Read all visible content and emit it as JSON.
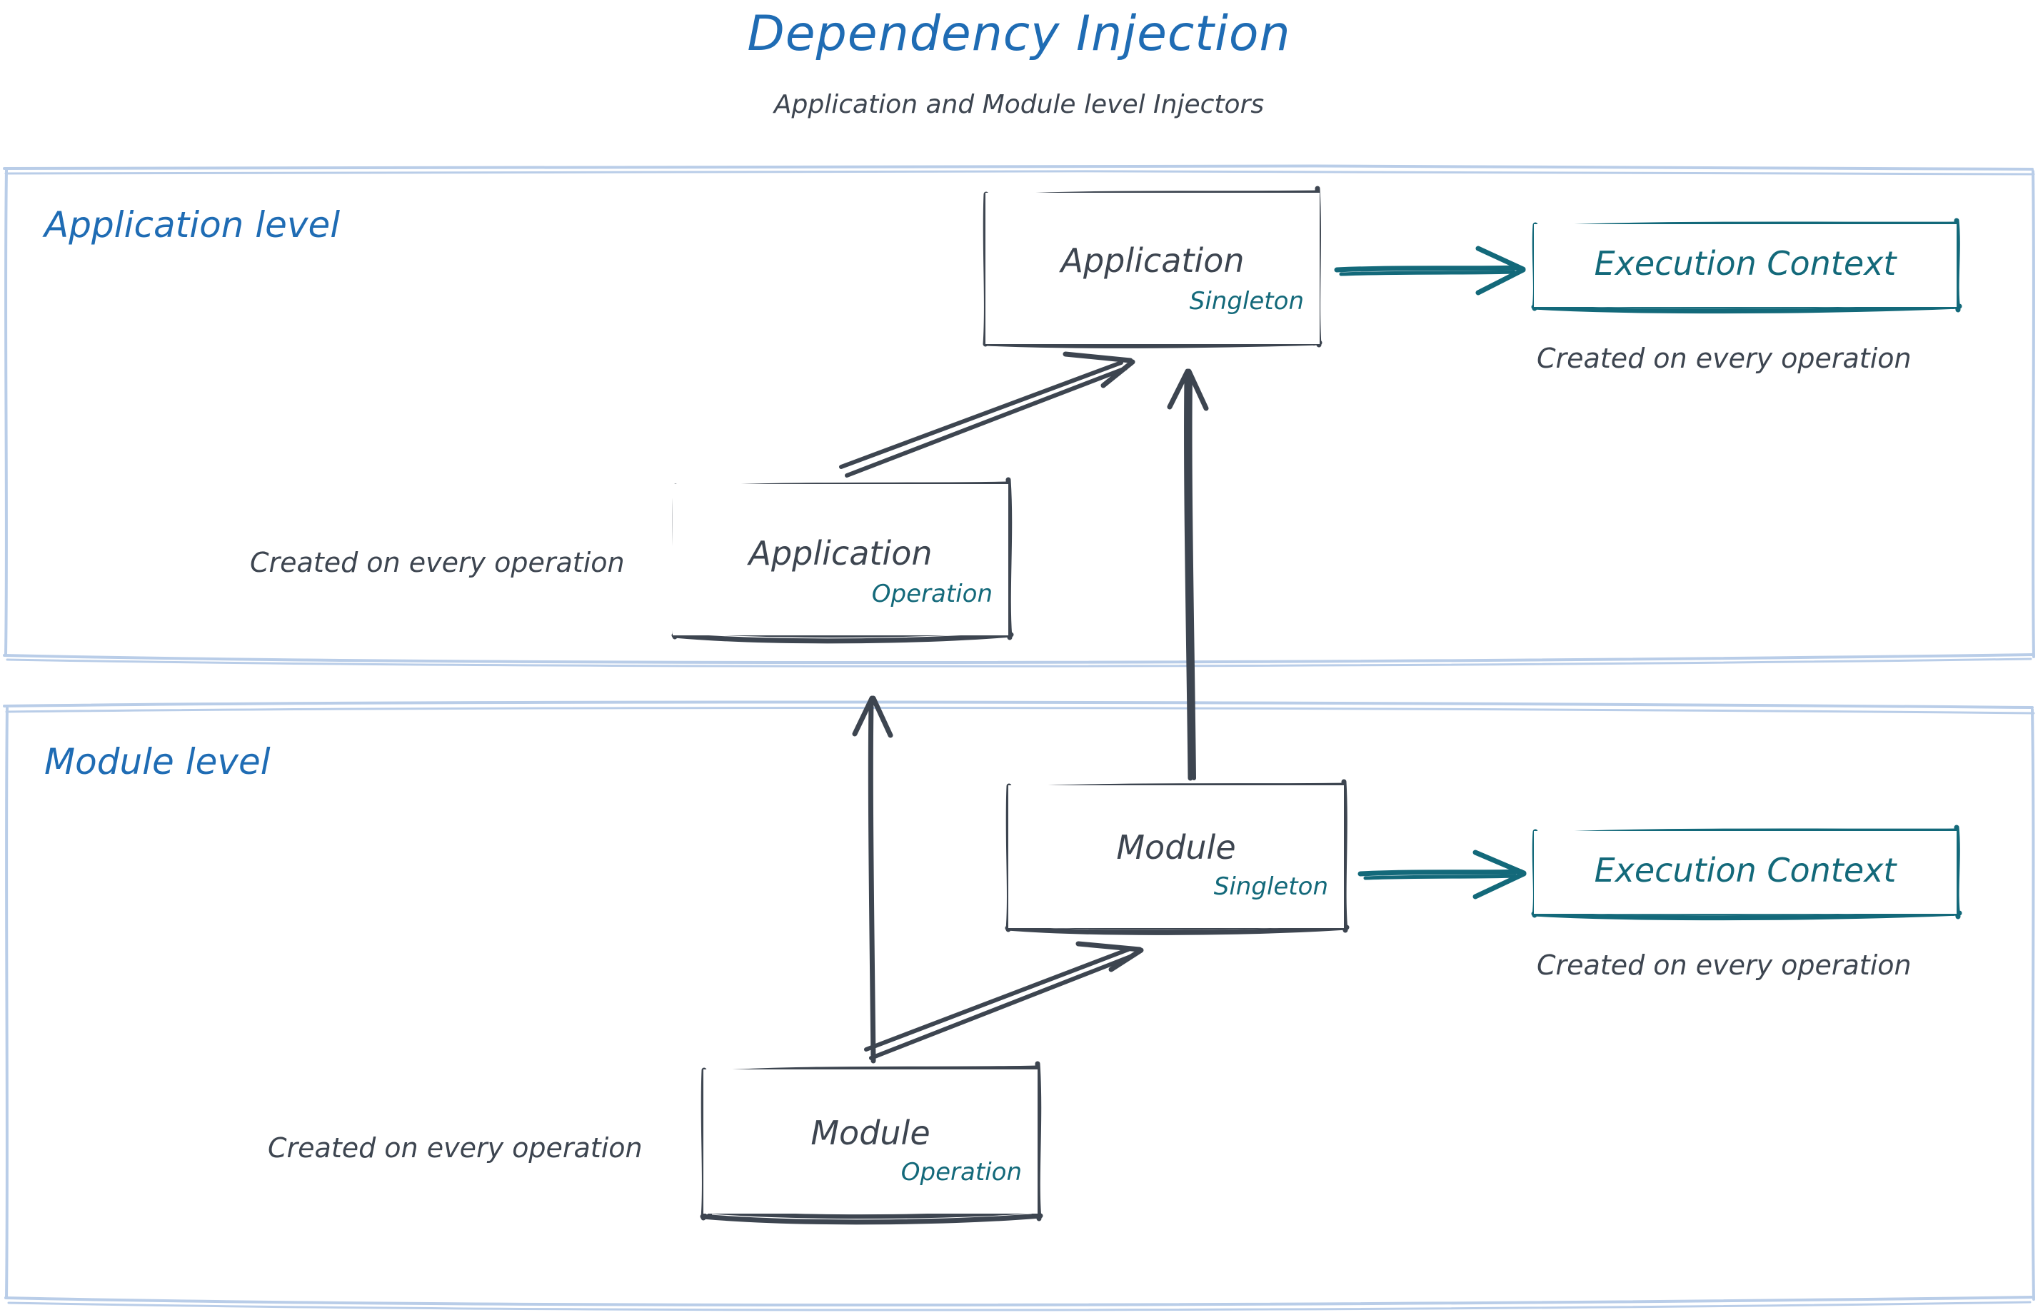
{
  "header": {
    "title": "Dependency Injection",
    "subtitle": "Application and Module level Injectors"
  },
  "colors": {
    "title_blue": "#1f6cb4",
    "panel_border": "#b9cde8",
    "ink": "#3d4550",
    "teal": "#13697a"
  },
  "panels": [
    {
      "id": "application-level",
      "label": "Application level"
    },
    {
      "id": "module-level",
      "label": "Module level"
    }
  ],
  "nodes": {
    "app_singleton": {
      "title": "Application",
      "scope": "Singleton"
    },
    "app_operation": {
      "title": "Application",
      "scope": "Operation"
    },
    "mod_singleton": {
      "title": "Module",
      "scope": "Singleton"
    },
    "mod_operation": {
      "title": "Module",
      "scope": "Operation"
    }
  },
  "exec_contexts": {
    "application": {
      "label": "Execution Context",
      "caption": "Created on every operation"
    },
    "module": {
      "label": "Execution Context",
      "caption": "Created on every operation"
    }
  },
  "captions": {
    "app_operation": "Created on every operation",
    "mod_operation": "Created on every operation"
  },
  "edges": [
    {
      "from": "app_singleton",
      "to": "exec_app",
      "style": "teal-arrow",
      "direction": "right"
    },
    {
      "from": "app_operation",
      "to": "app_singleton",
      "style": "double-line",
      "direction": "up-right"
    },
    {
      "from": "mod_singleton",
      "to": "app_singleton",
      "style": "single-line",
      "direction": "up"
    },
    {
      "from": "mod_singleton",
      "to": "exec_mod",
      "style": "teal-arrow",
      "direction": "right"
    },
    {
      "from": "mod_operation",
      "to": "mod_singleton",
      "style": "double-line",
      "direction": "up-right"
    },
    {
      "from": "mod_operation",
      "to": "app_operation",
      "style": "single-line",
      "direction": "up"
    }
  ]
}
